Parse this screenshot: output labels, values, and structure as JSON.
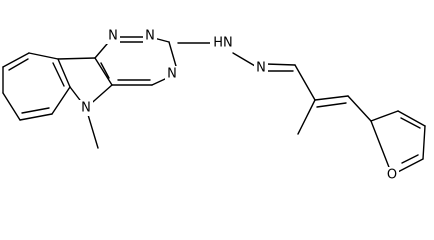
{
  "molecule": {
    "labels": {
      "n_triazine_1": "N",
      "n_triazine_2": "N",
      "n_triazine_4": "N",
      "n_indole": "N",
      "methyl_indole": "CH3",
      "nh_hydrazone": "HN",
      "n_hydrazone": "N",
      "methyl_branch": "CH3",
      "o_furan": "O"
    }
  }
}
